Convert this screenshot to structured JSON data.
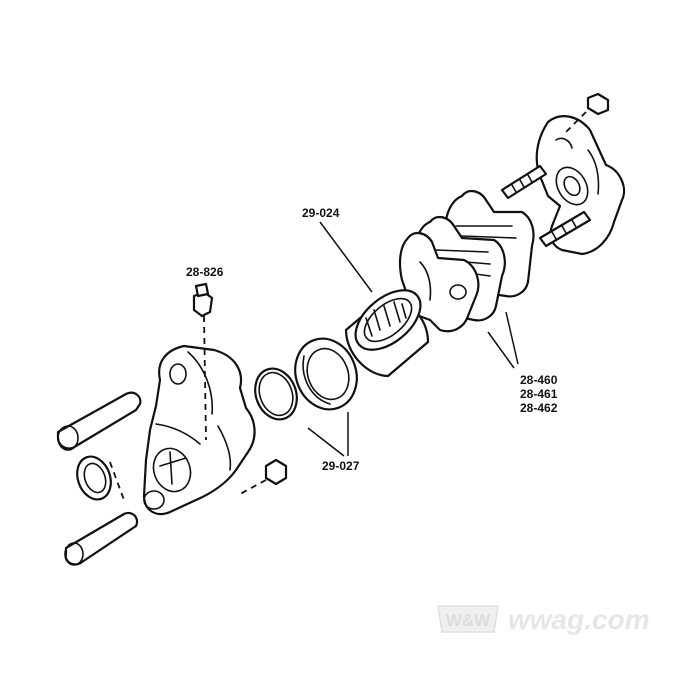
{
  "labels": {
    "piston": "29-024",
    "bleeder": "28-826",
    "pads_line1": "28-460",
    "pads_line2": "28-461",
    "pads_line3": "28-462",
    "seals": "29-027"
  },
  "watermark": {
    "text": "wwag.com",
    "logo": "W&W"
  },
  "colors": {
    "line": "#111111",
    "background": "#ffffff",
    "watermark": "#e6e6e6"
  }
}
